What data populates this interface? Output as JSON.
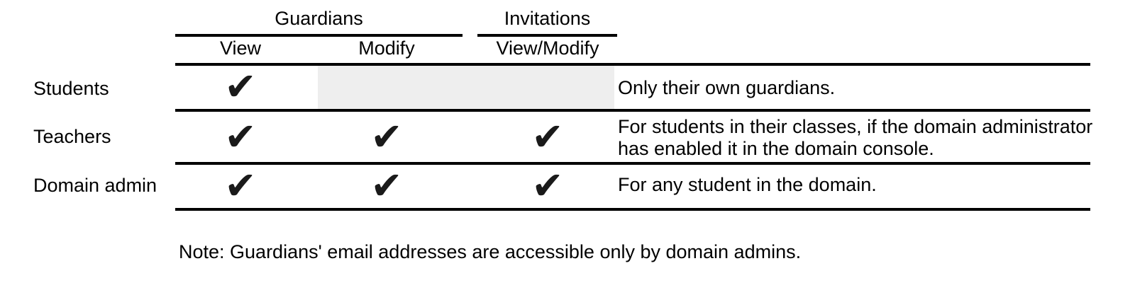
{
  "table": {
    "column_groups": [
      {
        "label": "Guardians"
      },
      {
        "label": "Invitations"
      }
    ],
    "columns": [
      "View",
      "Modify",
      "View/Modify"
    ],
    "checkmark_glyph": "✔",
    "rows": [
      {
        "label": "Students",
        "permissions": {
          "view": true,
          "modify": false,
          "view_modify": false
        },
        "note_lines": [
          "Only their own guardians."
        ]
      },
      {
        "label": "Teachers",
        "permissions": {
          "view": true,
          "modify": true,
          "view_modify": true
        },
        "note_lines": [
          "For students in their classes, if the domain administrator",
          "has enabled it in the domain console."
        ]
      },
      {
        "label": "Domain admin",
        "permissions": {
          "view": true,
          "modify": true,
          "view_modify": true
        },
        "note_lines": [
          "For any student in the domain."
        ]
      }
    ]
  },
  "footnote": "Note: Guardians' email addresses are accessible only by domain admins.",
  "colors": {
    "text": "#000000",
    "rule": "#000000",
    "checkmark": "#1a1a1a",
    "shaded_cell": "#eeeeee",
    "background": "#ffffff"
  }
}
